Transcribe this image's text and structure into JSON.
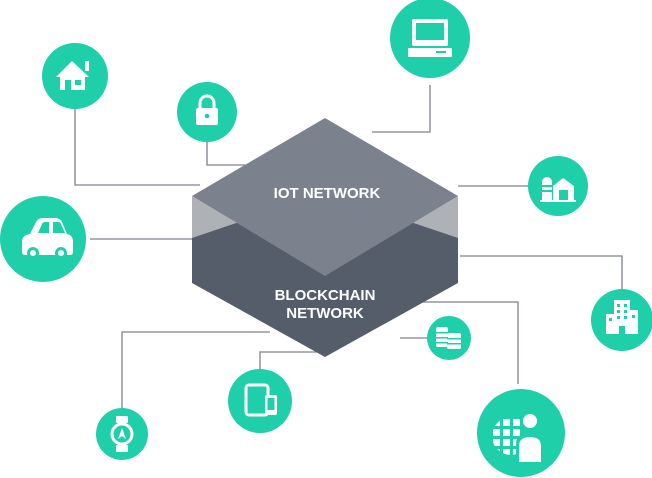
{
  "diagram": {
    "top_label": "IOT NETWORK",
    "bottom_label_line1": "BLOCKCHAIN",
    "bottom_label_line2": "NETWORK",
    "colors": {
      "node": "#1fcfa9",
      "top_face": "#7b828e",
      "bottom_face": "#545d69",
      "side_light": "#aeb1b6",
      "side_dark": "#8f949c",
      "connector": "#7d828c"
    },
    "nodes": [
      {
        "id": "home",
        "icon": "house-icon"
      },
      {
        "id": "lock",
        "icon": "lock-icon"
      },
      {
        "id": "computer",
        "icon": "computer-icon"
      },
      {
        "id": "farm",
        "icon": "silo-barn-icon"
      },
      {
        "id": "car",
        "icon": "car-icon"
      },
      {
        "id": "buildings",
        "icon": "office-building-icon"
      },
      {
        "id": "coins",
        "icon": "coin-stack-icon"
      },
      {
        "id": "tablet",
        "icon": "tablet-phone-icon"
      },
      {
        "id": "watch",
        "icon": "smartwatch-icon"
      },
      {
        "id": "person",
        "icon": "person-globe-icon"
      }
    ]
  }
}
